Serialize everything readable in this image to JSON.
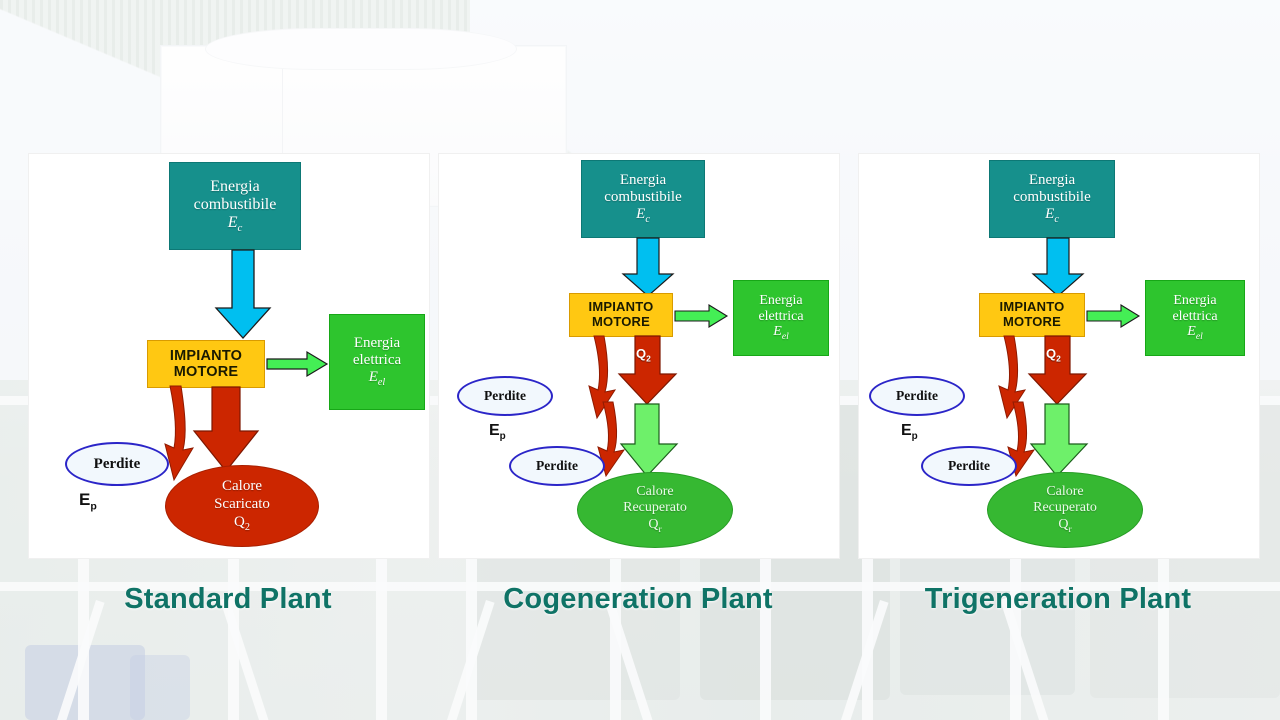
{
  "slide": {
    "background": "industrial-cogeneration-plant-photo",
    "accent_color": "#0f7366"
  },
  "palette": {
    "fuel_box": "#16908c",
    "engine_box": "#ffc812",
    "electric_box": "#2ec52e",
    "fuel_arrow": "#00bff0",
    "loss_arrow": "#cc2600",
    "waste_heat": "#cc2600",
    "recovered_heat": "#36b832",
    "recovered_arrow": "#6ef06a",
    "electric_arrow": "#44ee55",
    "loss_ellipse_outline": "#2b25c8",
    "caption_text": "#0f7366"
  },
  "panels": [
    {
      "id": "standard-plant",
      "caption": "Standard Plant",
      "nodes": {
        "fuel": {
          "line1": "Energia",
          "line2": "combustibile",
          "symbol": "E",
          "symbol_sub": "c"
        },
        "engine": {
          "line1": "IMPIANTO",
          "line2": "MOTORE"
        },
        "electric": {
          "line1": "Energia",
          "line2": "elettrica",
          "symbol": "E",
          "symbol_sub": "el"
        },
        "heat": {
          "line1": "Calore",
          "line2": "Scaricato",
          "symbol": "Q",
          "symbol_sub": "2"
        },
        "losses": [
          {
            "label": "Perdite"
          }
        ],
        "ep": {
          "symbol": "E",
          "symbol_sub": "p"
        }
      },
      "flows": [
        {
          "from": "fuel",
          "to": "engine",
          "kind": "fuel-arrow-down",
          "color": "#00bff0"
        },
        {
          "from": "engine",
          "to": "electric",
          "kind": "electric-arrow-right",
          "color": "#44ee55"
        },
        {
          "from": "engine",
          "to": "heat",
          "kind": "waste-heat-arrow-down",
          "color": "#cc2600"
        },
        {
          "from": "engine",
          "to": "losses",
          "kind": "loss-arrow-curved",
          "color": "#cc2600"
        }
      ]
    },
    {
      "id": "cogeneration-plant",
      "caption": "Cogeneration Plant",
      "nodes": {
        "fuel": {
          "line1": "Energia",
          "line2": "combustibile",
          "symbol": "E",
          "symbol_sub": "c"
        },
        "engine": {
          "line1": "IMPIANTO",
          "line2": "MOTORE"
        },
        "electric": {
          "line1": "Energia",
          "line2": "elettrica",
          "symbol": "E",
          "symbol_sub": "el"
        },
        "heat": {
          "line1": "Calore",
          "line2": "Recuperato",
          "symbol": "Q",
          "symbol_sub": "r"
        },
        "losses": [
          {
            "label": "Perdite"
          },
          {
            "label": "Perdite"
          }
        ],
        "ep": {
          "symbol": "E",
          "symbol_sub": "p"
        },
        "q2_tag": {
          "symbol": "Q",
          "symbol_sub": "2"
        }
      },
      "flows": [
        {
          "from": "fuel",
          "to": "engine",
          "kind": "fuel-arrow-down",
          "color": "#00bff0"
        },
        {
          "from": "engine",
          "to": "electric",
          "kind": "electric-arrow-right",
          "color": "#44ee55"
        },
        {
          "from": "engine",
          "to": "recovery",
          "kind": "waste-heat-arrow-down",
          "color": "#cc2600"
        },
        {
          "from": "recovery",
          "to": "heat",
          "kind": "recovered-heat-arrow-down",
          "color": "#6ef06a"
        },
        {
          "from": "engine",
          "to": "losses",
          "kind": "loss-arrow-curved",
          "color": "#cc2600"
        },
        {
          "from": "recovery",
          "to": "losses",
          "kind": "loss-arrow-curved",
          "color": "#cc2600"
        }
      ]
    },
    {
      "id": "trigeneration-plant",
      "caption": "Trigeneration Plant",
      "nodes": {
        "fuel": {
          "line1": "Energia",
          "line2": "combustibile",
          "symbol": "E",
          "symbol_sub": "c"
        },
        "engine": {
          "line1": "IMPIANTO",
          "line2": "MOTORE"
        },
        "electric": {
          "line1": "Energia",
          "line2": "elettrica",
          "symbol": "E",
          "symbol_sub": "el"
        },
        "heat": {
          "line1": "Calore",
          "line2": "Recuperato",
          "symbol": "Q",
          "symbol_sub": "r"
        },
        "losses": [
          {
            "label": "Perdite"
          },
          {
            "label": "Perdite"
          }
        ],
        "ep": {
          "symbol": "E",
          "symbol_sub": "p"
        },
        "q2_tag": {
          "symbol": "Q",
          "symbol_sub": "2"
        }
      },
      "flows": [
        {
          "from": "fuel",
          "to": "engine",
          "kind": "fuel-arrow-down",
          "color": "#00bff0"
        },
        {
          "from": "engine",
          "to": "electric",
          "kind": "electric-arrow-right",
          "color": "#44ee55"
        },
        {
          "from": "engine",
          "to": "recovery",
          "kind": "waste-heat-arrow-down",
          "color": "#cc2600"
        },
        {
          "from": "recovery",
          "to": "heat",
          "kind": "recovered-heat-arrow-down",
          "color": "#6ef06a"
        },
        {
          "from": "engine",
          "to": "losses",
          "kind": "loss-arrow-curved",
          "color": "#cc2600"
        },
        {
          "from": "recovery",
          "to": "losses",
          "kind": "loss-arrow-curved",
          "color": "#cc2600"
        }
      ]
    }
  ]
}
